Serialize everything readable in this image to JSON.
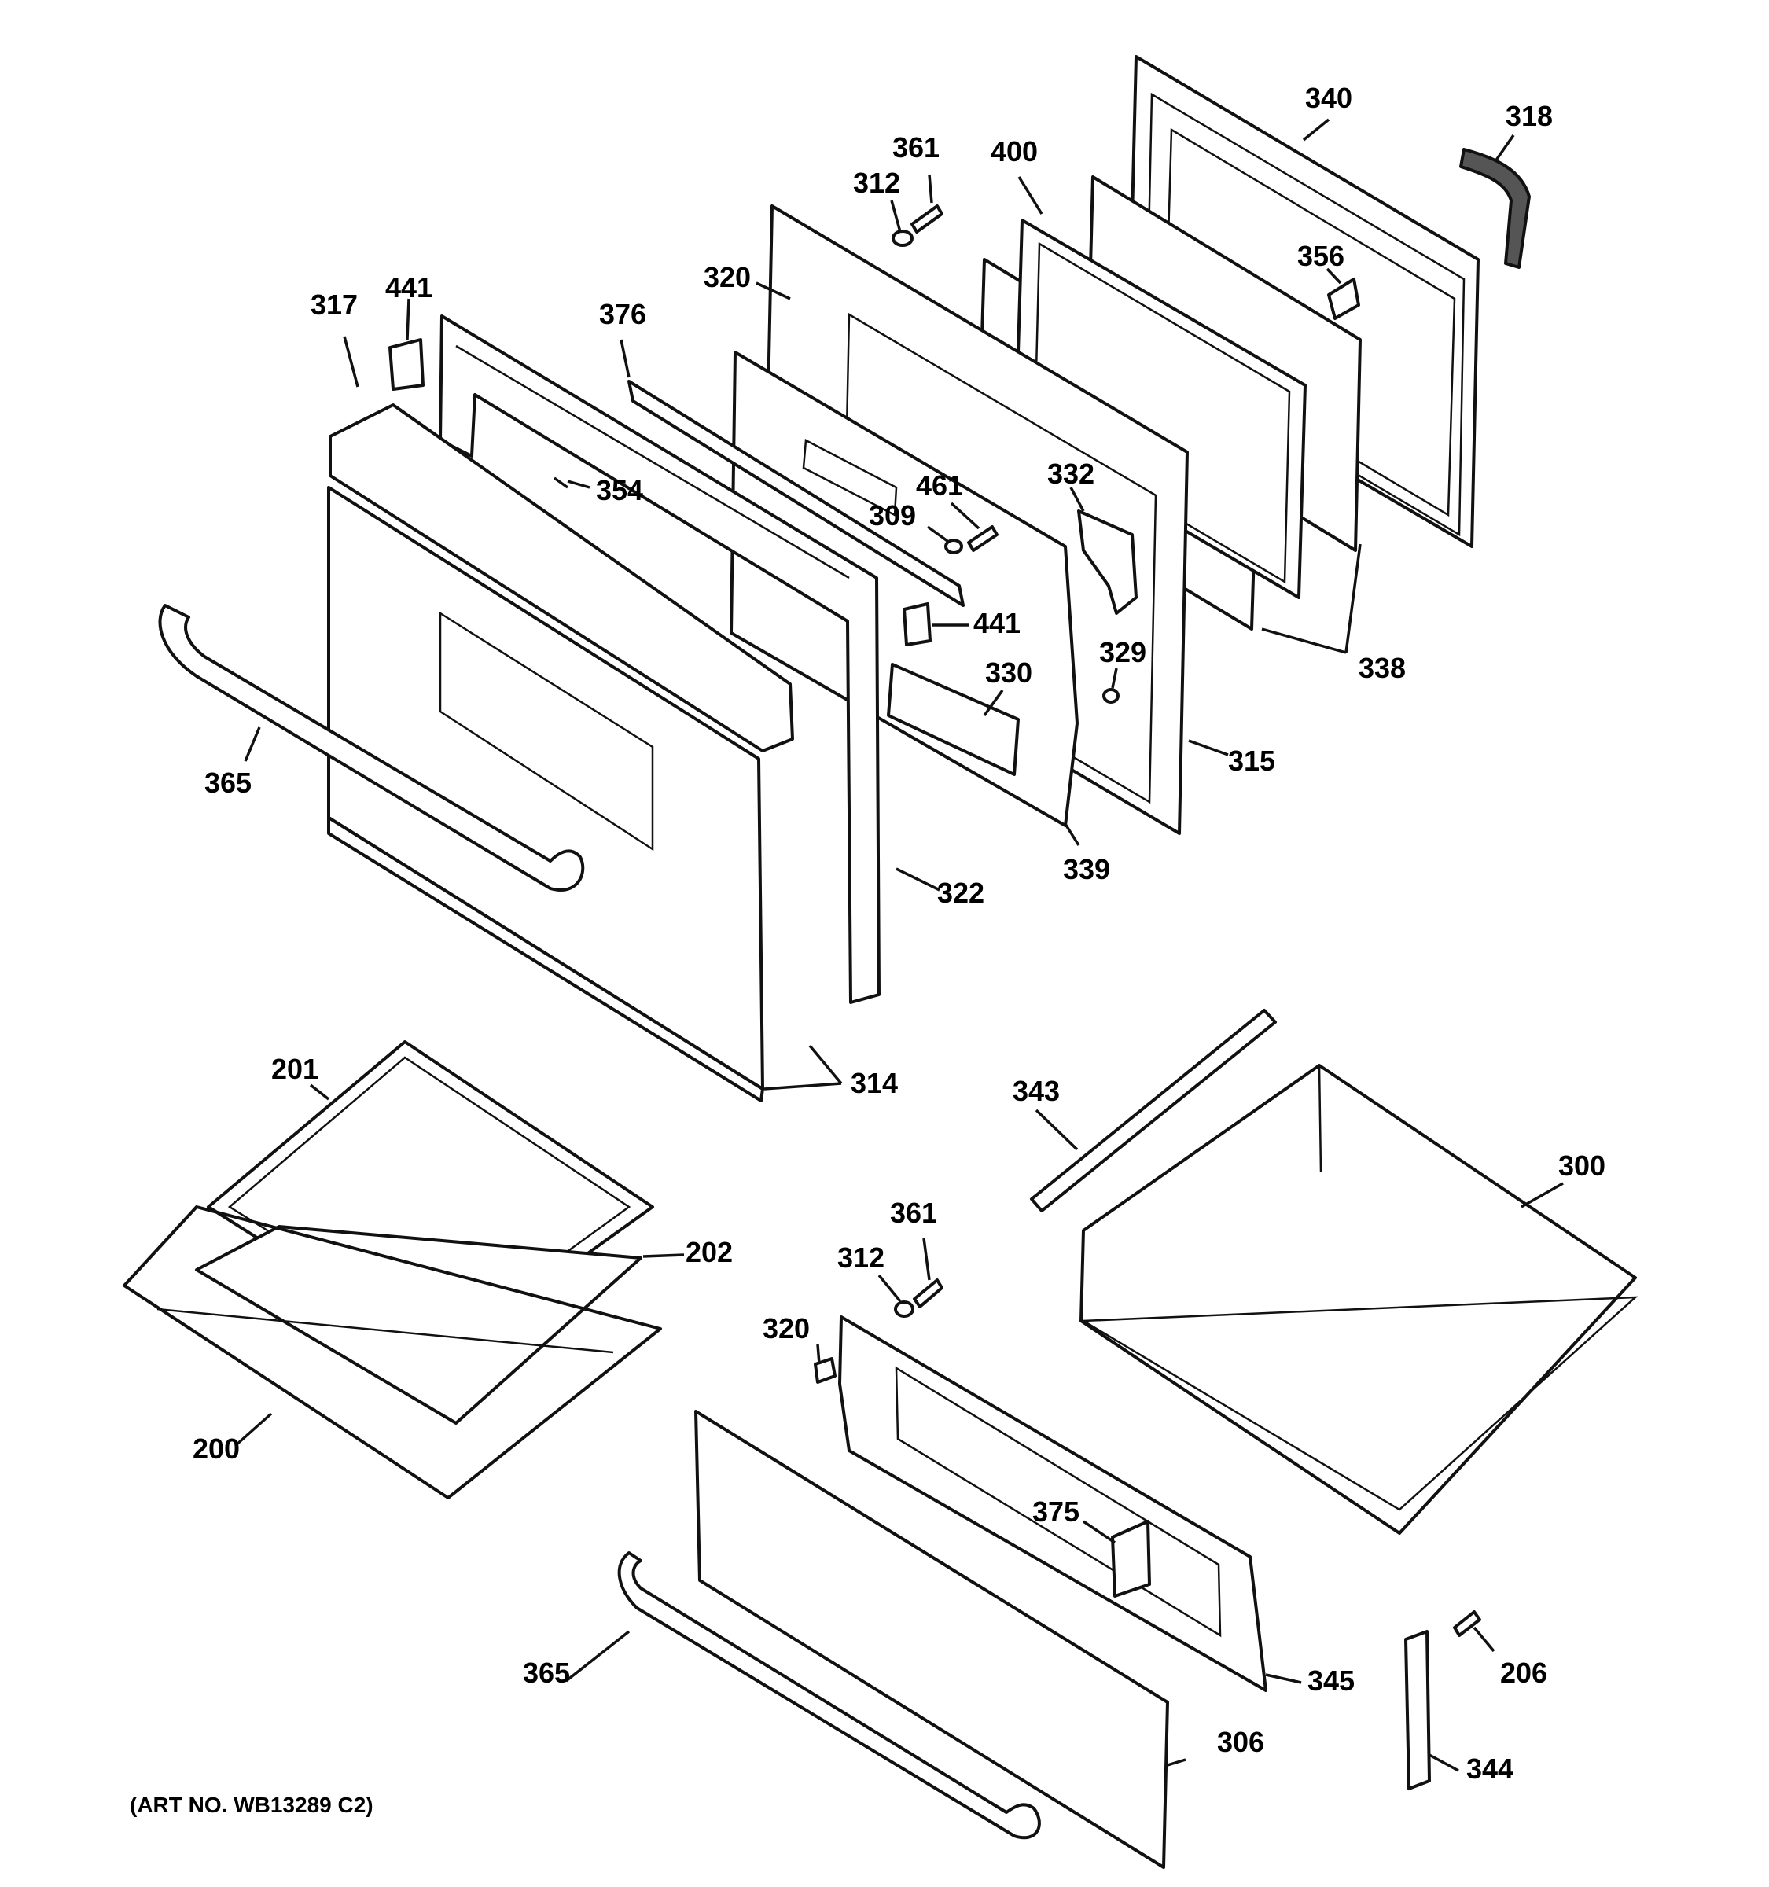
{
  "art_number": "(ART NO. WB13289 C2)",
  "callouts": [
    {
      "id": "c340",
      "text": "340"
    },
    {
      "id": "c318",
      "text": "318"
    },
    {
      "id": "c361a",
      "text": "361"
    },
    {
      "id": "c400",
      "text": "400"
    },
    {
      "id": "c312a",
      "text": "312"
    },
    {
      "id": "c320a",
      "text": "320"
    },
    {
      "id": "c356",
      "text": "356"
    },
    {
      "id": "c317",
      "text": "317"
    },
    {
      "id": "c441a",
      "text": "441"
    },
    {
      "id": "c376",
      "text": "376"
    },
    {
      "id": "c354",
      "text": "354"
    },
    {
      "id": "c332",
      "text": "332"
    },
    {
      "id": "c461",
      "text": "461"
    },
    {
      "id": "c309",
      "text": "309"
    },
    {
      "id": "c441b",
      "text": "441"
    },
    {
      "id": "c338",
      "text": "338"
    },
    {
      "id": "c329",
      "text": "329"
    },
    {
      "id": "c330",
      "text": "330"
    },
    {
      "id": "c315",
      "text": "315"
    },
    {
      "id": "c365a",
      "text": "365"
    },
    {
      "id": "c339",
      "text": "339"
    },
    {
      "id": "c322",
      "text": "322"
    },
    {
      "id": "c314",
      "text": "314"
    },
    {
      "id": "c201",
      "text": "201"
    },
    {
      "id": "c343",
      "text": "343"
    },
    {
      "id": "c300",
      "text": "300"
    },
    {
      "id": "c361b",
      "text": "361"
    },
    {
      "id": "c312b",
      "text": "312"
    },
    {
      "id": "c202",
      "text": "202"
    },
    {
      "id": "c320b",
      "text": "320"
    },
    {
      "id": "c200",
      "text": "200"
    },
    {
      "id": "c375",
      "text": "375"
    },
    {
      "id": "c365b",
      "text": "365"
    },
    {
      "id": "c206",
      "text": "206"
    },
    {
      "id": "c345",
      "text": "345"
    },
    {
      "id": "c306",
      "text": "306"
    },
    {
      "id": "c344",
      "text": "344"
    }
  ]
}
